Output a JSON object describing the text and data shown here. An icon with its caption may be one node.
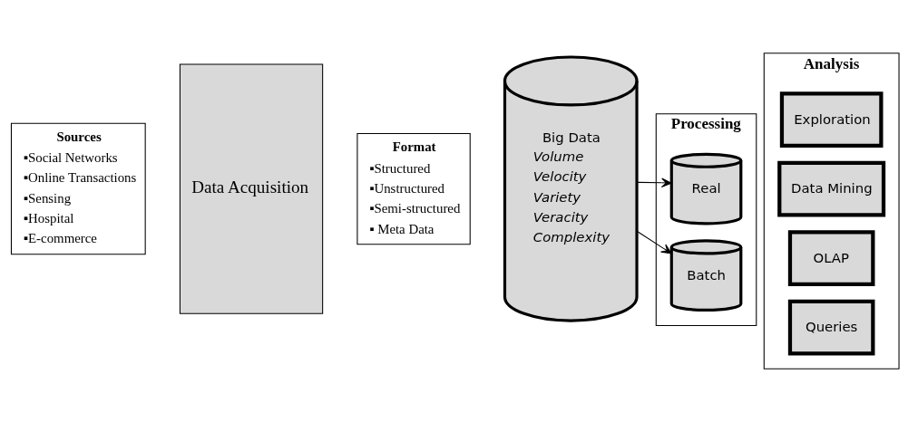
{
  "diagram": {
    "nodes": [
      {
        "text": [
          "Sources",
          "▪Social Networks",
          "▪Online Transactions",
          "▪Sensing",
          "▪Hospital",
          "▪E-commerce"
        ]
      },
      {
        "text": [
          "Data Acquisition"
        ]
      },
      {
        "text": [
          "Format",
          "▪Structured",
          "▪Unstructured",
          "▪Semi-structured",
          "▪ Meta Data"
        ]
      },
      {
        "text": [
          "Big Data",
          "Volume",
          "Velocity",
          "Variety",
          "Veracity",
          "Complexity"
        ]
      },
      {
        "text": [
          "Processing"
        ]
      },
      {
        "text": [
          "Batch"
        ],
        "in": 4
      },
      {
        "text": [
          "Real"
        ],
        "in": 4
      },
      {
        "text": [
          "Analysis"
        ]
      },
      {
        "text": [
          "Queries"
        ],
        "in": 7
      },
      {
        "text": [
          "OLAP"
        ],
        "in": 7
      },
      {
        "text": [
          "Data Mining"
        ],
        "in": 7
      },
      {
        "text": [
          "Exploration"
        ],
        "in": 7
      }
    ],
    "edges": [
      {
        "from": 3,
        "to": 5,
        "arrow": "to"
      },
      {
        "from": 3,
        "to": 6,
        "arrow": "to"
      }
    ]
  }
}
